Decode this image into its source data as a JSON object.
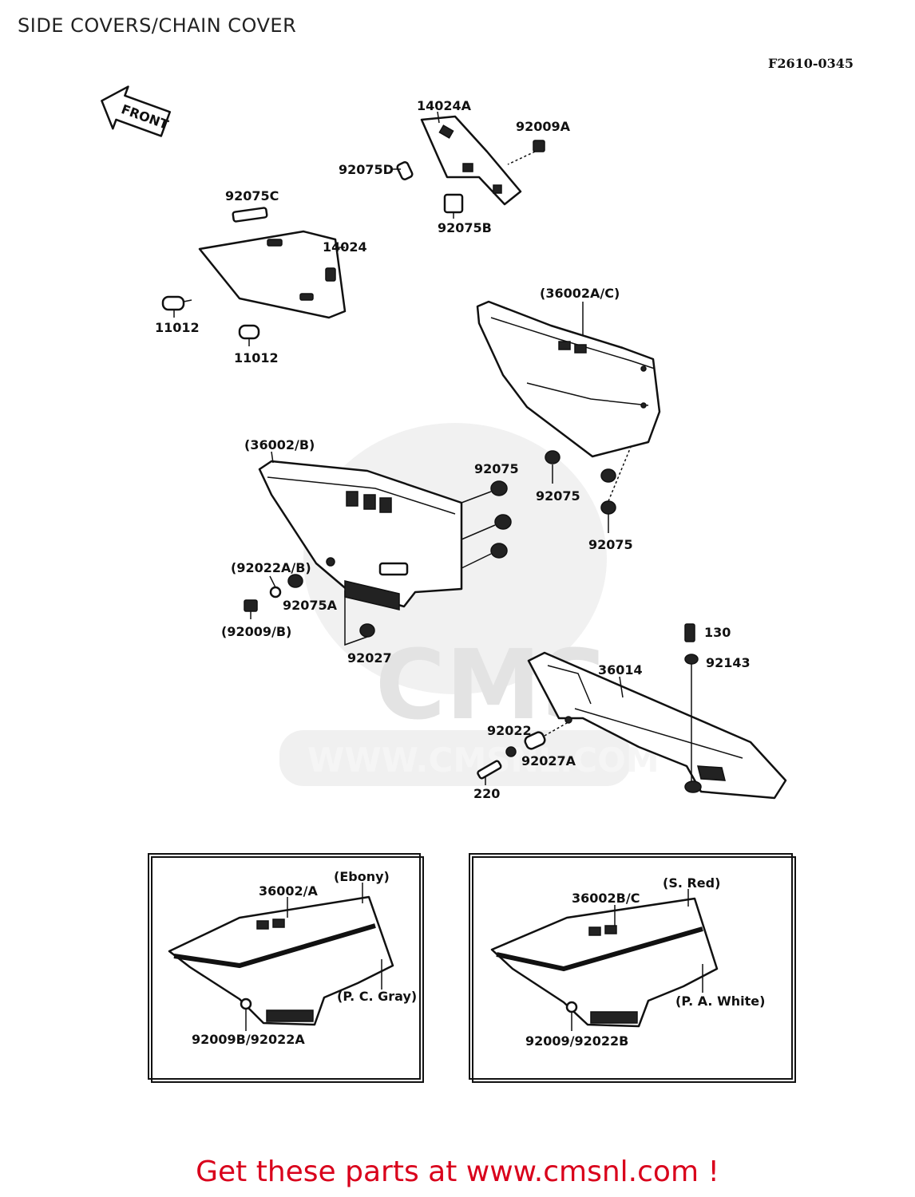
{
  "page": {
    "title": "SIDE COVERS/CHAIN COVER",
    "diagram_code": "F2610-0345",
    "footer": "Get these parts at www.cmsnl.com !"
  },
  "watermark": {
    "logo_text": "CMS",
    "url_text": "WWW.CMSNL.COM"
  },
  "arrow_text": "FRONT",
  "labels": {
    "p14024A": "14024A",
    "p92009A": "92009A",
    "p92075D": "92075D",
    "p92075B": "92075B",
    "p92075C": "92075C",
    "p14024": "14024",
    "p11012a": "11012",
    "p11012b": "11012",
    "p36002AC": "(36002A/C)",
    "p36002B": "(36002/B)",
    "p92075_1": "92075",
    "p92075_2": "92075",
    "p92075_3": "92075",
    "p92022AB": "(92022A/B)",
    "p92075A": "92075A",
    "p92009B": "(92009/B)",
    "p92027": "92027",
    "p130": "130",
    "p92143": "92143",
    "p36014": "36014",
    "p92022": "92022",
    "p92027A": "92027A",
    "p220": "220"
  },
  "insets": [
    {
      "part": "36002/A",
      "color_top": "(Ebony)",
      "color_bottom": "(P. C. Gray)",
      "fasteners": "92009B/92022A"
    },
    {
      "part": "36002B/C",
      "color_top": "(S. Red)",
      "color_bottom": "(P. A. White)",
      "fasteners": "92009/92022B"
    }
  ]
}
